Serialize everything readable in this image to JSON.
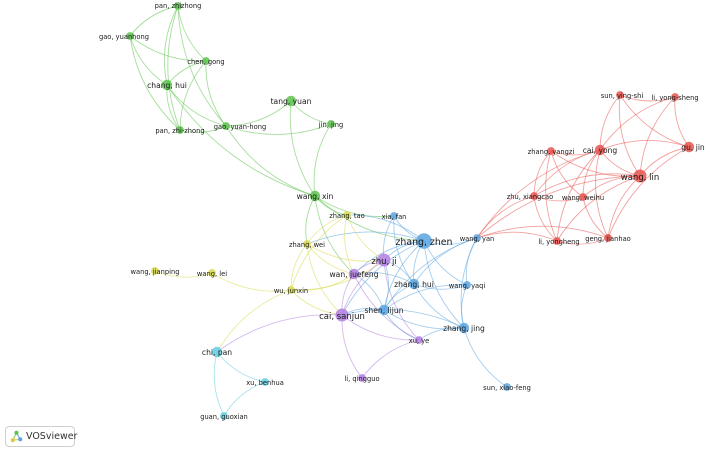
{
  "app": {
    "name": "VOSviewer"
  },
  "colors": {
    "red": "#e8534f",
    "green": "#5cc24c",
    "blue": "#5aa4e0",
    "yellow": "#d8d84a",
    "purple": "#b27ee0",
    "cyan": "#62cce0"
  },
  "network": {
    "nodes": [
      {
        "id": "pan_zhizhong",
        "label": "pan, zhizhong",
        "cluster": "green",
        "weight": 1
      },
      {
        "id": "gao_yuanhong",
        "label": "gao, yuanhong",
        "cluster": "green",
        "weight": 1
      },
      {
        "id": "chen_gong",
        "label": "chen, gong",
        "cluster": "green",
        "weight": 1
      },
      {
        "id": "chang_hui",
        "label": "chang, hui",
        "cluster": "green",
        "weight": 2
      },
      {
        "id": "pan_zhi_zhong",
        "label": "pan, zhi-zhong",
        "cluster": "green",
        "weight": 1
      },
      {
        "id": "gao_yuan_hong",
        "label": "gao, yuan-hong",
        "cluster": "green",
        "weight": 1
      },
      {
        "id": "tang_yuan",
        "label": "tang, yuan",
        "cluster": "green",
        "weight": 2
      },
      {
        "id": "jin_jing",
        "label": "jin, jing",
        "cluster": "green",
        "weight": 1
      },
      {
        "id": "wang_xin",
        "label": "wang, xin",
        "cluster": "green",
        "weight": 2
      },
      {
        "id": "sun_ying_shi",
        "label": "sun, ying-shi",
        "cluster": "red",
        "weight": 1
      },
      {
        "id": "li_yong_sheng",
        "label": "li, yong-sheng",
        "cluster": "red",
        "weight": 1
      },
      {
        "id": "gu_jin",
        "label": "gu, jin",
        "cluster": "red",
        "weight": 2
      },
      {
        "id": "zhang_yangzi",
        "label": "zhang, yangzi",
        "cluster": "red",
        "weight": 1
      },
      {
        "id": "cai_yong",
        "label": "cai, yong",
        "cluster": "red",
        "weight": 2
      },
      {
        "id": "wang_lin",
        "label": "wang, lin",
        "cluster": "red",
        "weight": 3
      },
      {
        "id": "zhu_xiangcao",
        "label": "zhu, xiangcao",
        "cluster": "red",
        "weight": 1
      },
      {
        "id": "wang_weihu",
        "label": "wang, weihu",
        "cluster": "red",
        "weight": 1
      },
      {
        "id": "li_yongheng",
        "label": "li, yongheng",
        "cluster": "red",
        "weight": 1
      },
      {
        "id": "geng_jianhao",
        "label": "geng, jianhao",
        "cluster": "red",
        "weight": 1
      },
      {
        "id": "xia_fan",
        "label": "xia, fan",
        "cluster": "blue",
        "weight": 1
      },
      {
        "id": "zhang_zhen",
        "label": "zhang, zhen",
        "cluster": "blue",
        "weight": 4
      },
      {
        "id": "wang_yan",
        "label": "wang, yan",
        "cluster": "blue",
        "weight": 1
      },
      {
        "id": "zhang_hui",
        "label": "zhang, hui",
        "cluster": "blue",
        "weight": 2
      },
      {
        "id": "wang_yaqi",
        "label": "wang, yaqi",
        "cluster": "blue",
        "weight": 1
      },
      {
        "id": "shen_lijun",
        "label": "shen, lijun",
        "cluster": "blue",
        "weight": 2
      },
      {
        "id": "zhang_jing",
        "label": "zhang, jing",
        "cluster": "blue",
        "weight": 2
      },
      {
        "id": "sun_xiao_feng",
        "label": "sun, xiao-feng",
        "cluster": "blue",
        "weight": 1
      },
      {
        "id": "zhang_tao",
        "label": "zhang, tao",
        "cluster": "yellow",
        "weight": 1
      },
      {
        "id": "zhang_wei",
        "label": "zhang, wei",
        "cluster": "yellow",
        "weight": 1
      },
      {
        "id": "wang_jianping",
        "label": "wang, jianping",
        "cluster": "yellow",
        "weight": 1
      },
      {
        "id": "wang_lei",
        "label": "wang, lei",
        "cluster": "yellow",
        "weight": 1
      },
      {
        "id": "wu_junxin",
        "label": "wu, junxin",
        "cluster": "yellow",
        "weight": 1
      },
      {
        "id": "zhu_ji",
        "label": "zhu, ji",
        "cluster": "purple",
        "weight": 3
      },
      {
        "id": "wan_juefeng",
        "label": "wan, juefeng",
        "cluster": "purple",
        "weight": 2
      },
      {
        "id": "cai_sanjun",
        "label": "cai, sanjun",
        "cluster": "purple",
        "weight": 3
      },
      {
        "id": "xu_ye",
        "label": "xu, ye",
        "cluster": "purple",
        "weight": 1
      },
      {
        "id": "li_qingguo",
        "label": "li, qingguo",
        "cluster": "purple",
        "weight": 1
      },
      {
        "id": "chi_pan",
        "label": "chi, pan",
        "cluster": "cyan",
        "weight": 2
      },
      {
        "id": "xu_benhua",
        "label": "xu, benhua",
        "cluster": "cyan",
        "weight": 1
      },
      {
        "id": "guan_guoxian",
        "label": "guan, guoxian",
        "cluster": "cyan",
        "weight": 1
      }
    ],
    "links": [
      [
        "pan_zhizhong",
        "gao_yuanhong"
      ],
      [
        "pan_zhizhong",
        "chen_gong"
      ],
      [
        "pan_zhizhong",
        "chang_hui"
      ],
      [
        "pan_zhizhong",
        "pan_zhi_zhong"
      ],
      [
        "pan_zhizhong",
        "gao_yuan_hong"
      ],
      [
        "gao_yuanhong",
        "chang_hui"
      ],
      [
        "gao_yuanhong",
        "chen_gong"
      ],
      [
        "gao_yuanhong",
        "pan_zhi_zhong"
      ],
      [
        "chen_gong",
        "chang_hui"
      ],
      [
        "chen_gong",
        "pan_zhi_zhong"
      ],
      [
        "chen_gong",
        "gao_yuan_hong"
      ],
      [
        "chang_hui",
        "pan_zhi_zhong"
      ],
      [
        "chang_hui",
        "gao_yuan_hong"
      ],
      [
        "chang_hui",
        "wang_xin"
      ],
      [
        "pan_zhi_zhong",
        "gao_yuan_hong"
      ],
      [
        "gao_yuan_hong",
        "tang_yuan"
      ],
      [
        "gao_yuan_hong",
        "jin_jing"
      ],
      [
        "gao_yuan_hong",
        "wang_xin"
      ],
      [
        "tang_yuan",
        "jin_jing"
      ],
      [
        "tang_yuan",
        "wang_xin"
      ],
      [
        "jin_jing",
        "wang_xin"
      ],
      [
        "wang_xin",
        "zhang_tao"
      ],
      [
        "wang_xin",
        "zhang_wei"
      ],
      [
        "wang_xin",
        "zhang_zhen"
      ],
      [
        "wang_xin",
        "xia_fan"
      ],
      [
        "wang_xin",
        "wan_juefeng"
      ],
      [
        "sun_ying_shi",
        "li_yong_sheng"
      ],
      [
        "sun_ying_shi",
        "cai_yong"
      ],
      [
        "sun_ying_shi",
        "wang_lin"
      ],
      [
        "sun_ying_shi",
        "gu_jin"
      ],
      [
        "li_yong_sheng",
        "gu_jin"
      ],
      [
        "li_yong_sheng",
        "wang_lin"
      ],
      [
        "li_yong_sheng",
        "cai_yong"
      ],
      [
        "gu_jin",
        "wang_lin"
      ],
      [
        "gu_jin",
        "cai_yong"
      ],
      [
        "gu_jin",
        "geng_jianhao"
      ],
      [
        "zhang_yangzi",
        "cai_yong"
      ],
      [
        "zhang_yangzi",
        "wang_lin"
      ],
      [
        "zhang_yangzi",
        "zhu_xiangcao"
      ],
      [
        "zhang_yangzi",
        "wang_weihu"
      ],
      [
        "zhang_yangzi",
        "li_yongheng"
      ],
      [
        "cai_yong",
        "wang_lin"
      ],
      [
        "cai_yong",
        "zhu_xiangcao"
      ],
      [
        "cai_yong",
        "wang_weihu"
      ],
      [
        "cai_yong",
        "li_yongheng"
      ],
      [
        "cai_yong",
        "geng_jianhao"
      ],
      [
        "wang_lin",
        "wang_weihu"
      ],
      [
        "wang_lin",
        "li_yongheng"
      ],
      [
        "wang_lin",
        "geng_jianhao"
      ],
      [
        "wang_lin",
        "zhu_xiangcao"
      ],
      [
        "zhu_xiangcao",
        "wang_weihu"
      ],
      [
        "zhu_xiangcao",
        "li_yongheng"
      ],
      [
        "wang_weihu",
        "geng_jianhao"
      ],
      [
        "li_yongheng",
        "geng_jianhao"
      ],
      [
        "zhu_xiangcao",
        "wang_yan"
      ],
      [
        "cai_yong",
        "wang_yan"
      ],
      [
        "wang_lin",
        "wang_yan"
      ],
      [
        "li_yongheng",
        "wang_yan"
      ],
      [
        "geng_jianhao",
        "wang_yan"
      ],
      [
        "xia_fan",
        "zhang_zhen"
      ],
      [
        "xia_fan",
        "zhang_hui"
      ],
      [
        "xia_fan",
        "zhu_ji"
      ],
      [
        "zhang_zhen",
        "wang_yan"
      ],
      [
        "zhang_zhen",
        "zhang_hui"
      ],
      [
        "zhang_zhen",
        "wang_yaqi"
      ],
      [
        "zhang_zhen",
        "shen_lijun"
      ],
      [
        "zhang_zhen",
        "zhang_jing"
      ],
      [
        "zhang_zhen",
        "zhu_ji"
      ],
      [
        "zhang_zhen",
        "wan_juefeng"
      ],
      [
        "zhang_zhen",
        "cai_sanjun"
      ],
      [
        "zhang_zhen",
        "zhang_tao"
      ],
      [
        "zhang_zhen",
        "zhang_wei"
      ],
      [
        "wang_yan",
        "zhang_hui"
      ],
      [
        "wang_yan",
        "wang_yaqi"
      ],
      [
        "wang_yan",
        "zhang_jing"
      ],
      [
        "wang_yan",
        "shen_lijun"
      ],
      [
        "zhang_hui",
        "wang_yaqi"
      ],
      [
        "zhang_hui",
        "shen_lijun"
      ],
      [
        "zhang_hui",
        "zhang_jing"
      ],
      [
        "zhang_hui",
        "zhu_ji"
      ],
      [
        "zhang_hui",
        "wan_juefeng"
      ],
      [
        "wang_yaqi",
        "zhang_jing"
      ],
      [
        "wang_yaqi",
        "shen_lijun"
      ],
      [
        "shen_lijun",
        "zhang_jing"
      ],
      [
        "shen_lijun",
        "cai_sanjun"
      ],
      [
        "shen_lijun",
        "zhu_ji"
      ],
      [
        "shen_lijun",
        "wan_juefeng"
      ],
      [
        "shen_lijun",
        "xu_ye"
      ],
      [
        "zhang_jing",
        "xu_ye"
      ],
      [
        "zhang_jing",
        "sun_xiao_feng"
      ],
      [
        "zhang_jing",
        "cai_sanjun"
      ],
      [
        "zhang_tao",
        "zhang_wei"
      ],
      [
        "zhang_tao",
        "zhu_ji"
      ],
      [
        "zhang_tao",
        "wan_juefeng"
      ],
      [
        "zhang_tao",
        "wu_junxin"
      ],
      [
        "zhang_wei",
        "wu_junxin"
      ],
      [
        "zhang_wei",
        "wan_juefeng"
      ],
      [
        "zhang_wei",
        "zhu_ji"
      ],
      [
        "zhang_wei",
        "cai_sanjun"
      ],
      [
        "wang_jianping",
        "wang_lei"
      ],
      [
        "wang_lei",
        "wu_junxin"
      ],
      [
        "wu_junxin",
        "wan_juefeng"
      ],
      [
        "wu_junxin",
        "cai_sanjun"
      ],
      [
        "wu_junxin",
        "zhu_ji"
      ],
      [
        "wu_junxin",
        "chi_pan"
      ],
      [
        "zhu_ji",
        "wan_juefeng"
      ],
      [
        "zhu_ji",
        "cai_sanjun"
      ],
      [
        "zhu_ji",
        "xu_ye"
      ],
      [
        "wan_juefeng",
        "cai_sanjun"
      ],
      [
        "wan_juefeng",
        "xu_ye"
      ],
      [
        "cai_sanjun",
        "xu_ye"
      ],
      [
        "cai_sanjun",
        "li_qingguo"
      ],
      [
        "cai_sanjun",
        "chi_pan"
      ],
      [
        "xu_ye",
        "li_qingguo"
      ],
      [
        "chi_pan",
        "xu_benhua"
      ],
      [
        "chi_pan",
        "guan_guoxian"
      ],
      [
        "xu_benhua",
        "guan_guoxian"
      ]
    ]
  }
}
